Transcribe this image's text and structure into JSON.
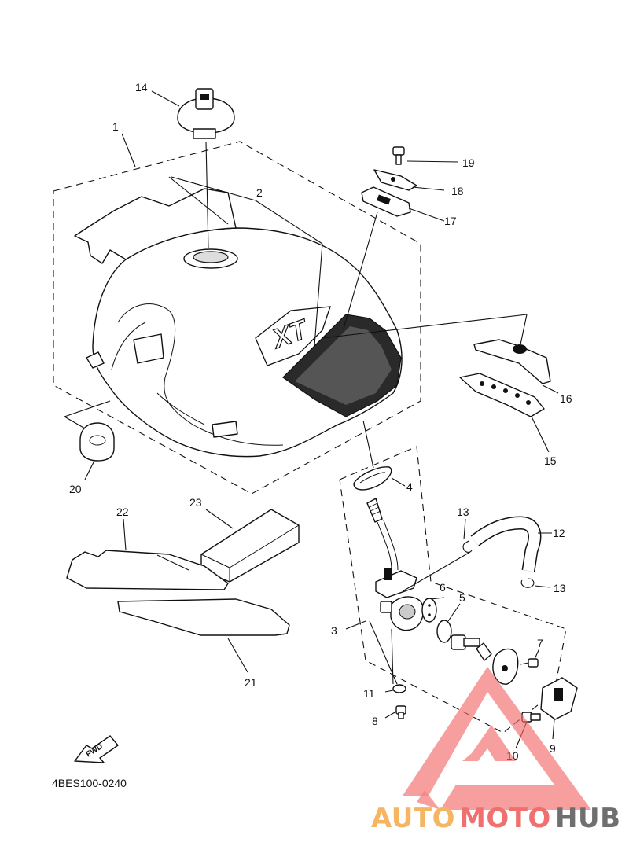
{
  "diagram_code": "4BES100-0240",
  "fwd_label": "FWD",
  "tank_emblem": "XT",
  "watermark": {
    "auto": "AUTO",
    "moto": "MOTO",
    "hub": "HUB"
  },
  "colors": {
    "watermark_red": "#f07070",
    "watermark_orange": "#f5b562",
    "watermark_grey": "#6f6f6f",
    "watermark_triangle": "#f36a6a"
  },
  "callouts": {
    "c1": "1",
    "c2": "2",
    "c3": "3",
    "c4": "4",
    "c5": "5",
    "c6": "6",
    "c7": "7",
    "c8": "8",
    "c9": "9",
    "c10": "10",
    "c11": "11",
    "c12": "12",
    "c13a": "13",
    "c13b": "13",
    "c14": "14",
    "c15": "15",
    "c16": "16",
    "c17": "17",
    "c18": "18",
    "c19": "19",
    "c20": "20",
    "c21": "21",
    "c22": "22",
    "c23": "23"
  }
}
